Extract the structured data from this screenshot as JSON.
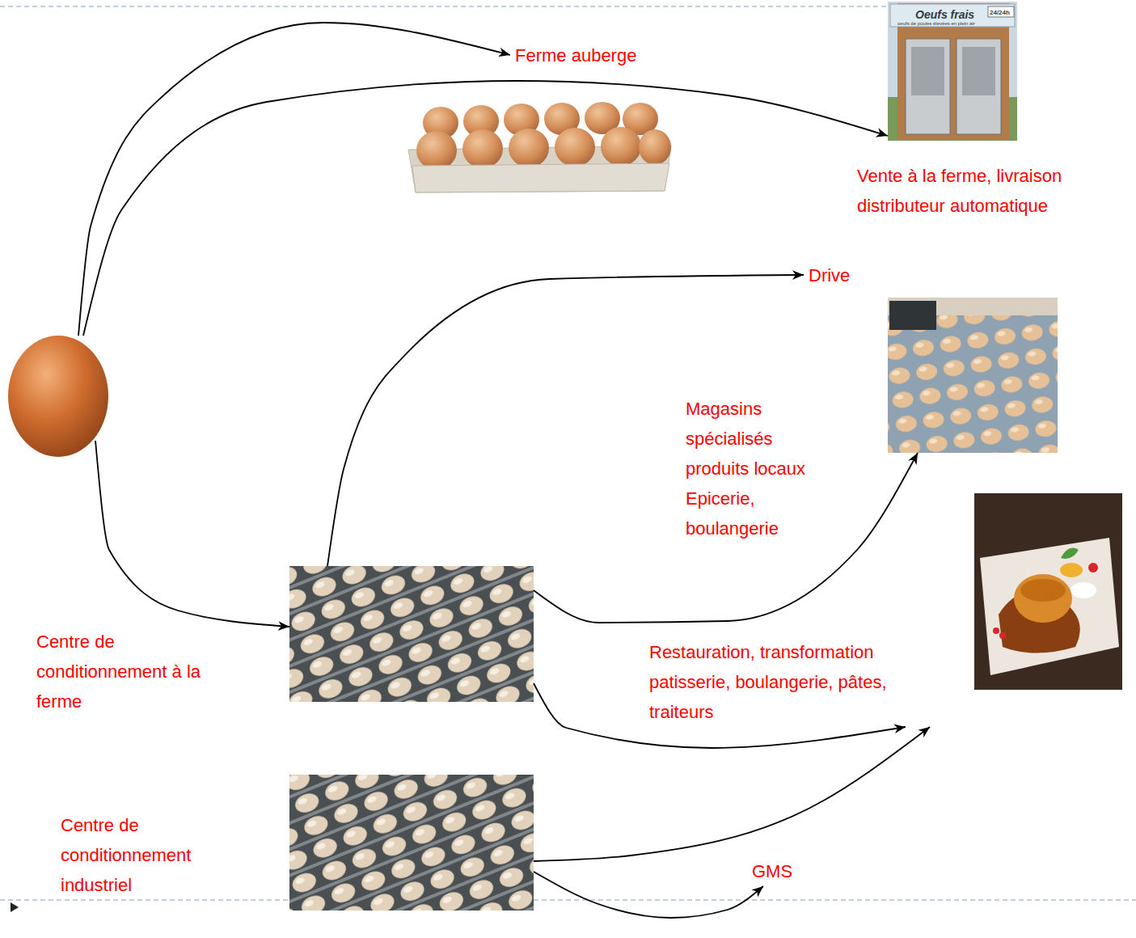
{
  "diagram": {
    "nodes": [
      {
        "text": []
      },
      {
        "text": [
          "Ferme auberge"
        ]
      },
      {
        "text": [
          "Oeufs frais",
          "24/24h",
          "oeufs de poules élevées en plein air",
          "Vente à la ferme, livraison distributeur automatique"
        ]
      },
      {
        "text": [
          "Centre de conditionnement à la ferme"
        ]
      },
      {
        "text": [
          "Drive"
        ]
      },
      {
        "text": [
          "Magasins spécialisés produits locaux Epicerie, boulangerie"
        ]
      },
      {
        "text": [
          "Restauration, transformation patisserie, boulangerie, pâtes, traiteurs"
        ]
      },
      {
        "text": [
          "Centre de conditionnement industriel"
        ]
      },
      {
        "text": [
          "GMS"
        ]
      }
    ],
    "edges": [
      {
        "from": 0,
        "to": 1,
        "arrow": "to"
      },
      {
        "from": 0,
        "to": 2,
        "arrow": "to"
      },
      {
        "from": 0,
        "to": 3,
        "arrow": "to"
      },
      {
        "from": 3,
        "to": 4,
        "arrow": "to"
      },
      {
        "from": 3,
        "to": 5,
        "arrow": "to"
      },
      {
        "from": 3,
        "to": 6,
        "arrow": "to"
      },
      {
        "from": 7,
        "to": 6,
        "arrow": "to"
      },
      {
        "from": 7,
        "to": 8,
        "arrow": "to"
      }
    ]
  }
}
